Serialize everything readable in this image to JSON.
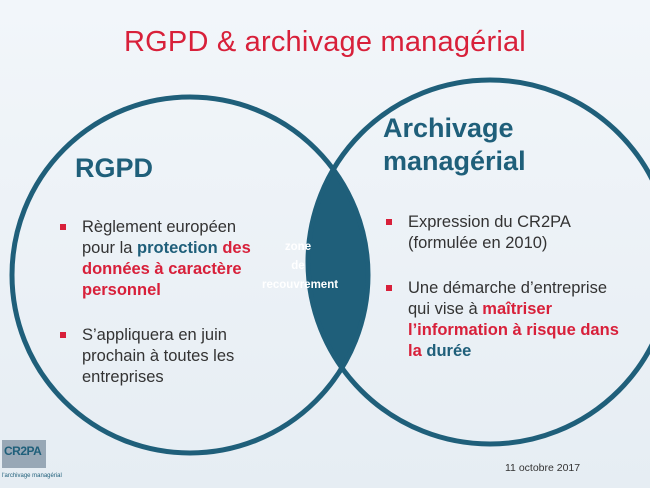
{
  "title": "RGPD & archivage managérial",
  "colors": {
    "primary": "#1f5f7a",
    "accent": "#d8203a",
    "text": "#333333"
  },
  "left_circle": {
    "heading": "RGPD",
    "bullets": [
      {
        "parts": [
          {
            "text": "Règlement européen pour la ",
            "style": "normal"
          },
          {
            "text": "protection",
            "style": "blue"
          },
          {
            "text": " ",
            "style": "normal"
          },
          {
            "text": "des données à caractère personnel",
            "style": "red"
          }
        ]
      },
      {
        "parts": [
          {
            "text": "S’appliquera en juin prochain à toutes les entreprises",
            "style": "normal"
          }
        ]
      }
    ]
  },
  "right_circle": {
    "heading_line1": "Archivage",
    "heading_line2": "managérial",
    "bullets": [
      {
        "parts": [
          {
            "text": "Expression du CR2PA (formulée en 2010)",
            "style": "normal"
          }
        ]
      },
      {
        "parts": [
          {
            "text": "Une démarche d’entreprise qui vise à ",
            "style": "normal"
          },
          {
            "text": "maîtriser l’information à risque dans la ",
            "style": "red"
          },
          {
            "text": "durée",
            "style": "blue"
          }
        ]
      }
    ]
  },
  "overlap": {
    "line1": "zone",
    "line2": "de",
    "line3": "recouvrement"
  },
  "footer": {
    "date": "11 octobre 2017"
  },
  "logo": {
    "text": "CR2PA",
    "tagline": "l'archivage managérial"
  }
}
